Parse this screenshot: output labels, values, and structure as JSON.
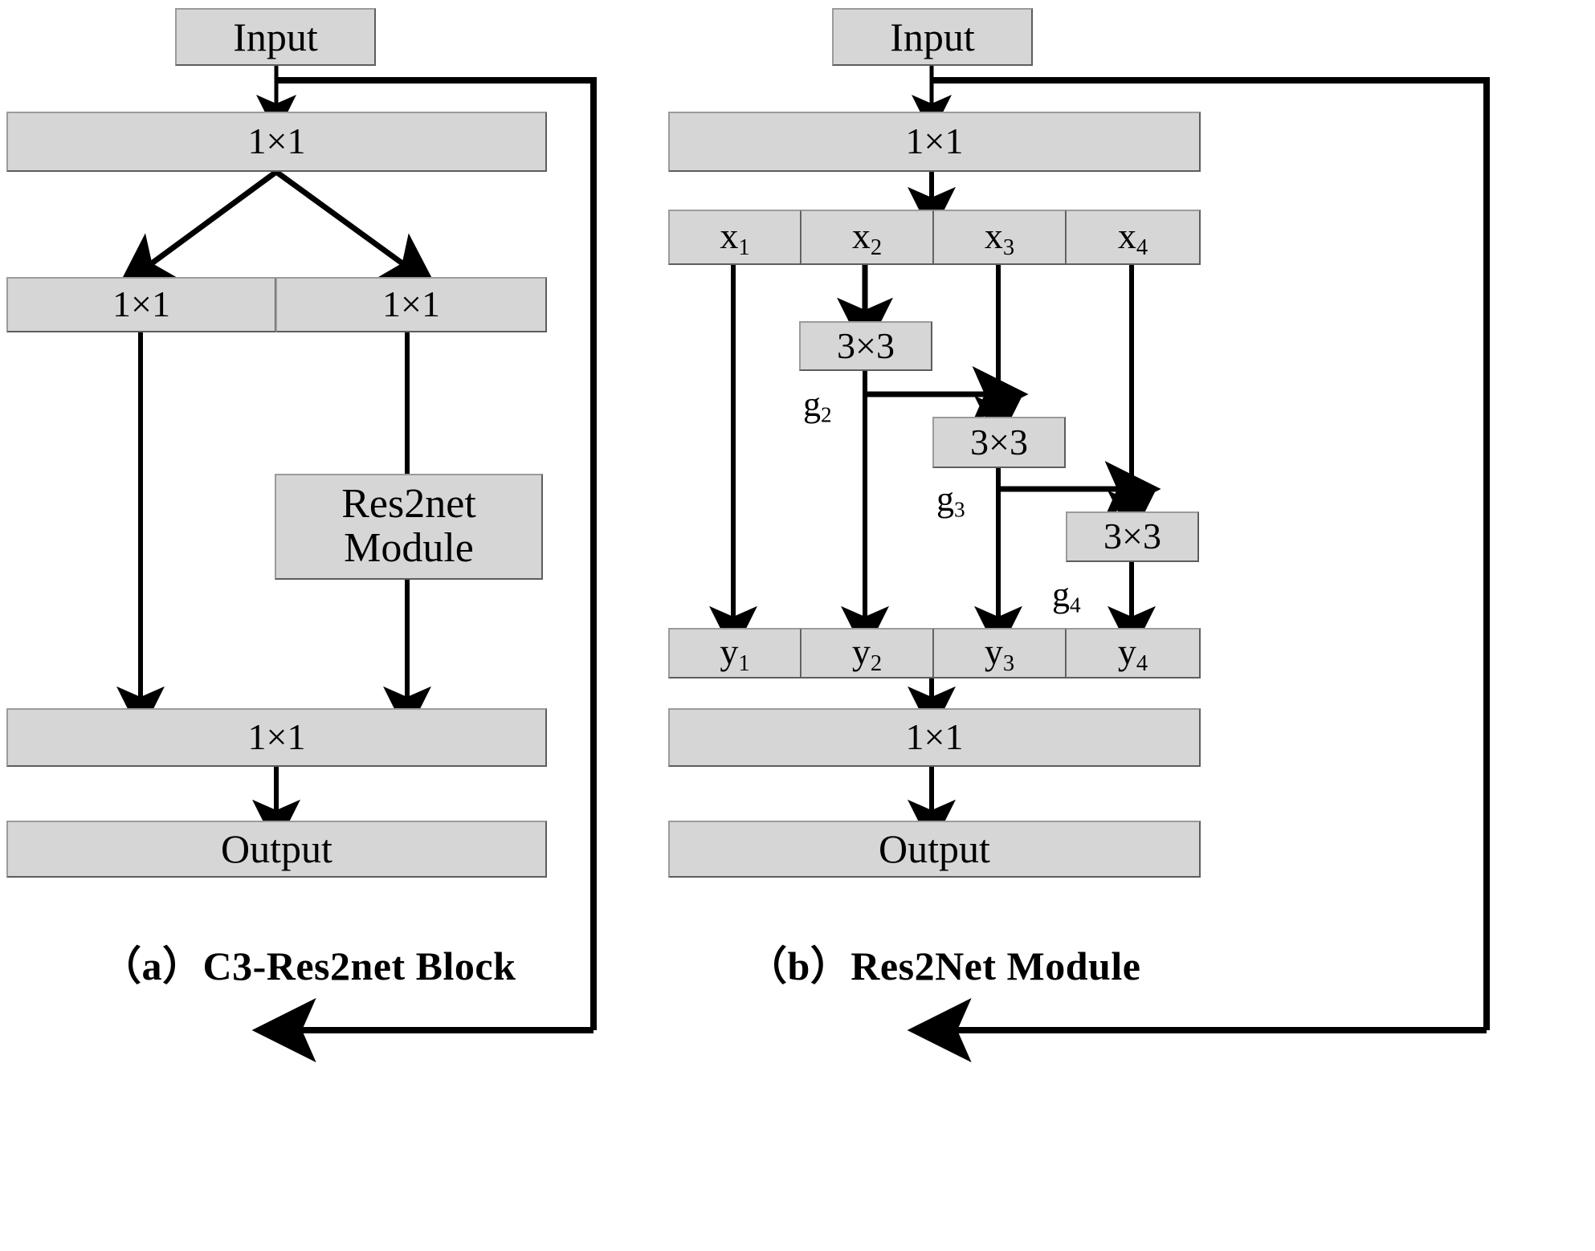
{
  "figure": {
    "panels": [
      {
        "id": "a",
        "caption": "（a）C3-Res2net Block",
        "nodes": {
          "input": "Input",
          "conv_top": "1×1",
          "conv_left": "1×1",
          "conv_right": "1×1",
          "res2net": "Res2net\nModule",
          "conv_merge": "1×1",
          "output": "Output"
        }
      },
      {
        "id": "b",
        "caption": "（b）Res2Net Module",
        "nodes": {
          "input": "Input",
          "conv_top": "1×1",
          "split": [
            "x1",
            "x2",
            "x3",
            "x4"
          ],
          "convs": [
            "3×3",
            "3×3",
            "3×3"
          ],
          "gates": [
            "g2",
            "g3",
            "g4"
          ],
          "merge": [
            "y1",
            "y2",
            "y3",
            "y4"
          ],
          "conv_bottom": "1×1",
          "output": "Output"
        }
      }
    ],
    "colors": {
      "box_fill": "#d6d6d6",
      "box_border": "#8e8e8e",
      "wire": "#000000",
      "background": "#ffffff"
    }
  }
}
